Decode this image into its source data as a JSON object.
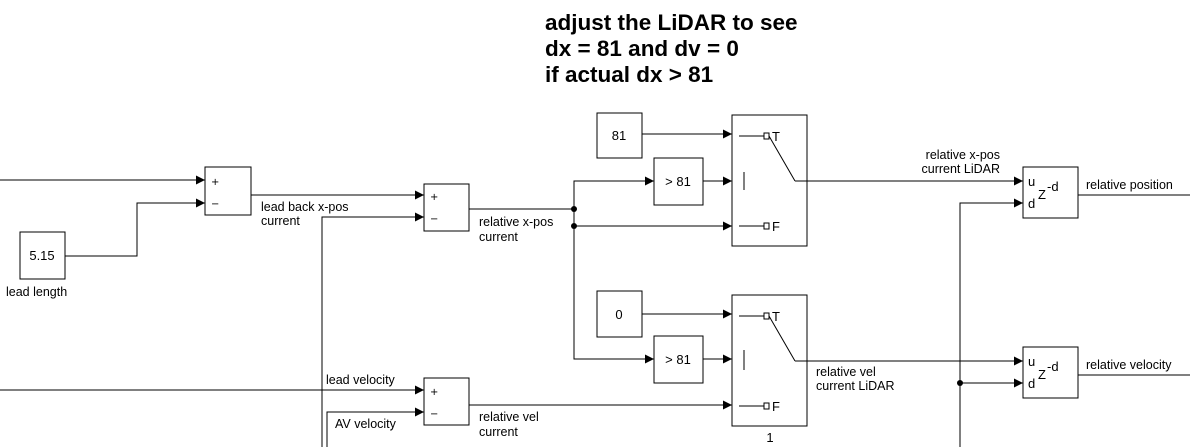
{
  "annotation": {
    "lines": [
      "adjust the LiDAR to see",
      "dx = 81 and dv = 0",
      "if actual dx > 81"
    ]
  },
  "blocks": {
    "lead_length": {
      "value": "5.15",
      "label": "lead length"
    },
    "const_81": {
      "value": "81"
    },
    "const_0": {
      "value": "0"
    },
    "compare_top": {
      "text": "> 81"
    },
    "compare_bottom": {
      "text": "> 81"
    },
    "switch_top": {
      "true_port": "T",
      "false_port": "F"
    },
    "switch_bottom": {
      "true_port": "T",
      "false_port": "F",
      "name": "1"
    },
    "sum_lead_back": {
      "plus": "+",
      "minus": "−"
    },
    "sum_rel_pos": {
      "plus": "+",
      "minus": "−"
    },
    "sum_rel_vel": {
      "plus": "+",
      "minus": "−"
    },
    "delay_pos": {
      "u": "u",
      "d": "d",
      "z": "Z",
      "exp": "-d"
    },
    "delay_vel": {
      "u": "u",
      "d": "d",
      "z": "Z",
      "exp": "-d"
    }
  },
  "signals": {
    "lead_back_xpos": [
      "lead back x-pos",
      "current"
    ],
    "relative_xpos": [
      "relative x-pos",
      "current"
    ],
    "relative_xpos_lidar": [
      "relative x-pos",
      "current LiDAR"
    ],
    "relative_vel_lidar": [
      "relative vel",
      "current LiDAR"
    ],
    "relative_vel": [
      "relative vel",
      "current"
    ],
    "lead_velocity": "lead velocity",
    "av_velocity": "AV velocity",
    "relative_position": "relative position",
    "relative_velocity": "relative velocity"
  }
}
